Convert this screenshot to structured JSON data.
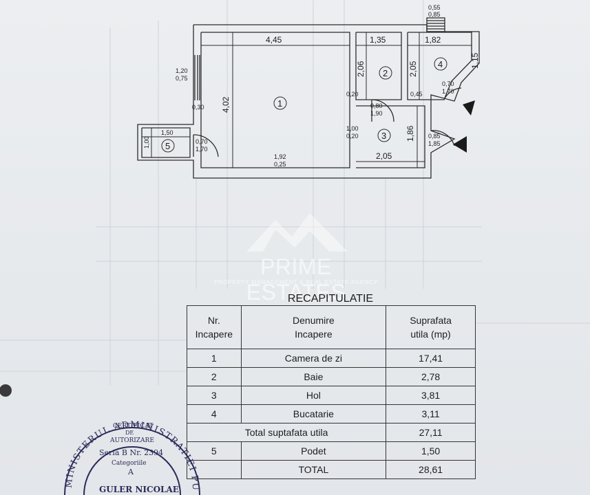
{
  "plan": {
    "dims": {
      "top_stair_1": "0,55",
      "top_stair_2": "0,85",
      "room1_width": "4,45",
      "room2_width": "1,35",
      "room4_width": "1,82",
      "room4_side": "1,15",
      "window_1": "1,20",
      "window_2": "0,75",
      "room1_depth": "4,02",
      "room2_depth": "2,06",
      "room4_depth": "2,05",
      "door2_gap": "0,20",
      "door4_gap": "0,45",
      "door4_1": "0,70",
      "door4_2": "1,70",
      "door2_1": "0,80",
      "door2_2": "1,90",
      "wall_030": "0,30",
      "balcony_width": "1,50",
      "balcony_depth": "1,00",
      "balcony_door_1": "0,70",
      "balcony_door_2": "1,70",
      "hol_opening_1": "1,00",
      "hol_opening_2": "0,20",
      "hol_depth": "1,86",
      "entry_door_1": "0,85",
      "entry_door_2": "1,85",
      "room1_bottom_1": "1,92",
      "room1_bottom_2": "0,25",
      "hol_width": "2,05"
    },
    "rooms": [
      "1",
      "2",
      "3",
      "4",
      "5"
    ]
  },
  "watermark": {
    "title": "PRIME ESTATES",
    "subtitle": "PROPERTY MANAGEMENT & REAL ESTATE AGENCY"
  },
  "recap": {
    "title": "RECAPITULATIE",
    "headers": {
      "nr_1": "Nr.",
      "nr_2": "Incapere",
      "name_1": "Denumire",
      "name_2": "Incapere",
      "area_1": "Suprafata",
      "area_2": "utila (mp)"
    },
    "rows": [
      {
        "nr": "1",
        "name": "Camera de zi",
        "area": "17,41"
      },
      {
        "nr": "2",
        "name": "Baie",
        "area": "2,78"
      },
      {
        "nr": "3",
        "name": "Hol",
        "area": "3,81"
      },
      {
        "nr": "4",
        "name": "Bucatarie",
        "area": "3,11"
      }
    ],
    "subtotal": {
      "label": "Total suptafata utila",
      "value": "27,11"
    },
    "extra": {
      "nr": "5",
      "name": "Podet",
      "area": "1,50"
    },
    "total": {
      "label": "TOTAL",
      "value": "28,61"
    }
  },
  "stamp": {
    "ring_text": "MINISTERUL ADMINISTRATIEI PUBLICE",
    "line1": "CERTIFICAT",
    "line2": "DE",
    "line3": "AUTORIZARE",
    "serie": "Seria B Nr. 2394",
    "categ": "Categoriile",
    "categ_val": "A",
    "name": "GULER NICOLAE"
  }
}
